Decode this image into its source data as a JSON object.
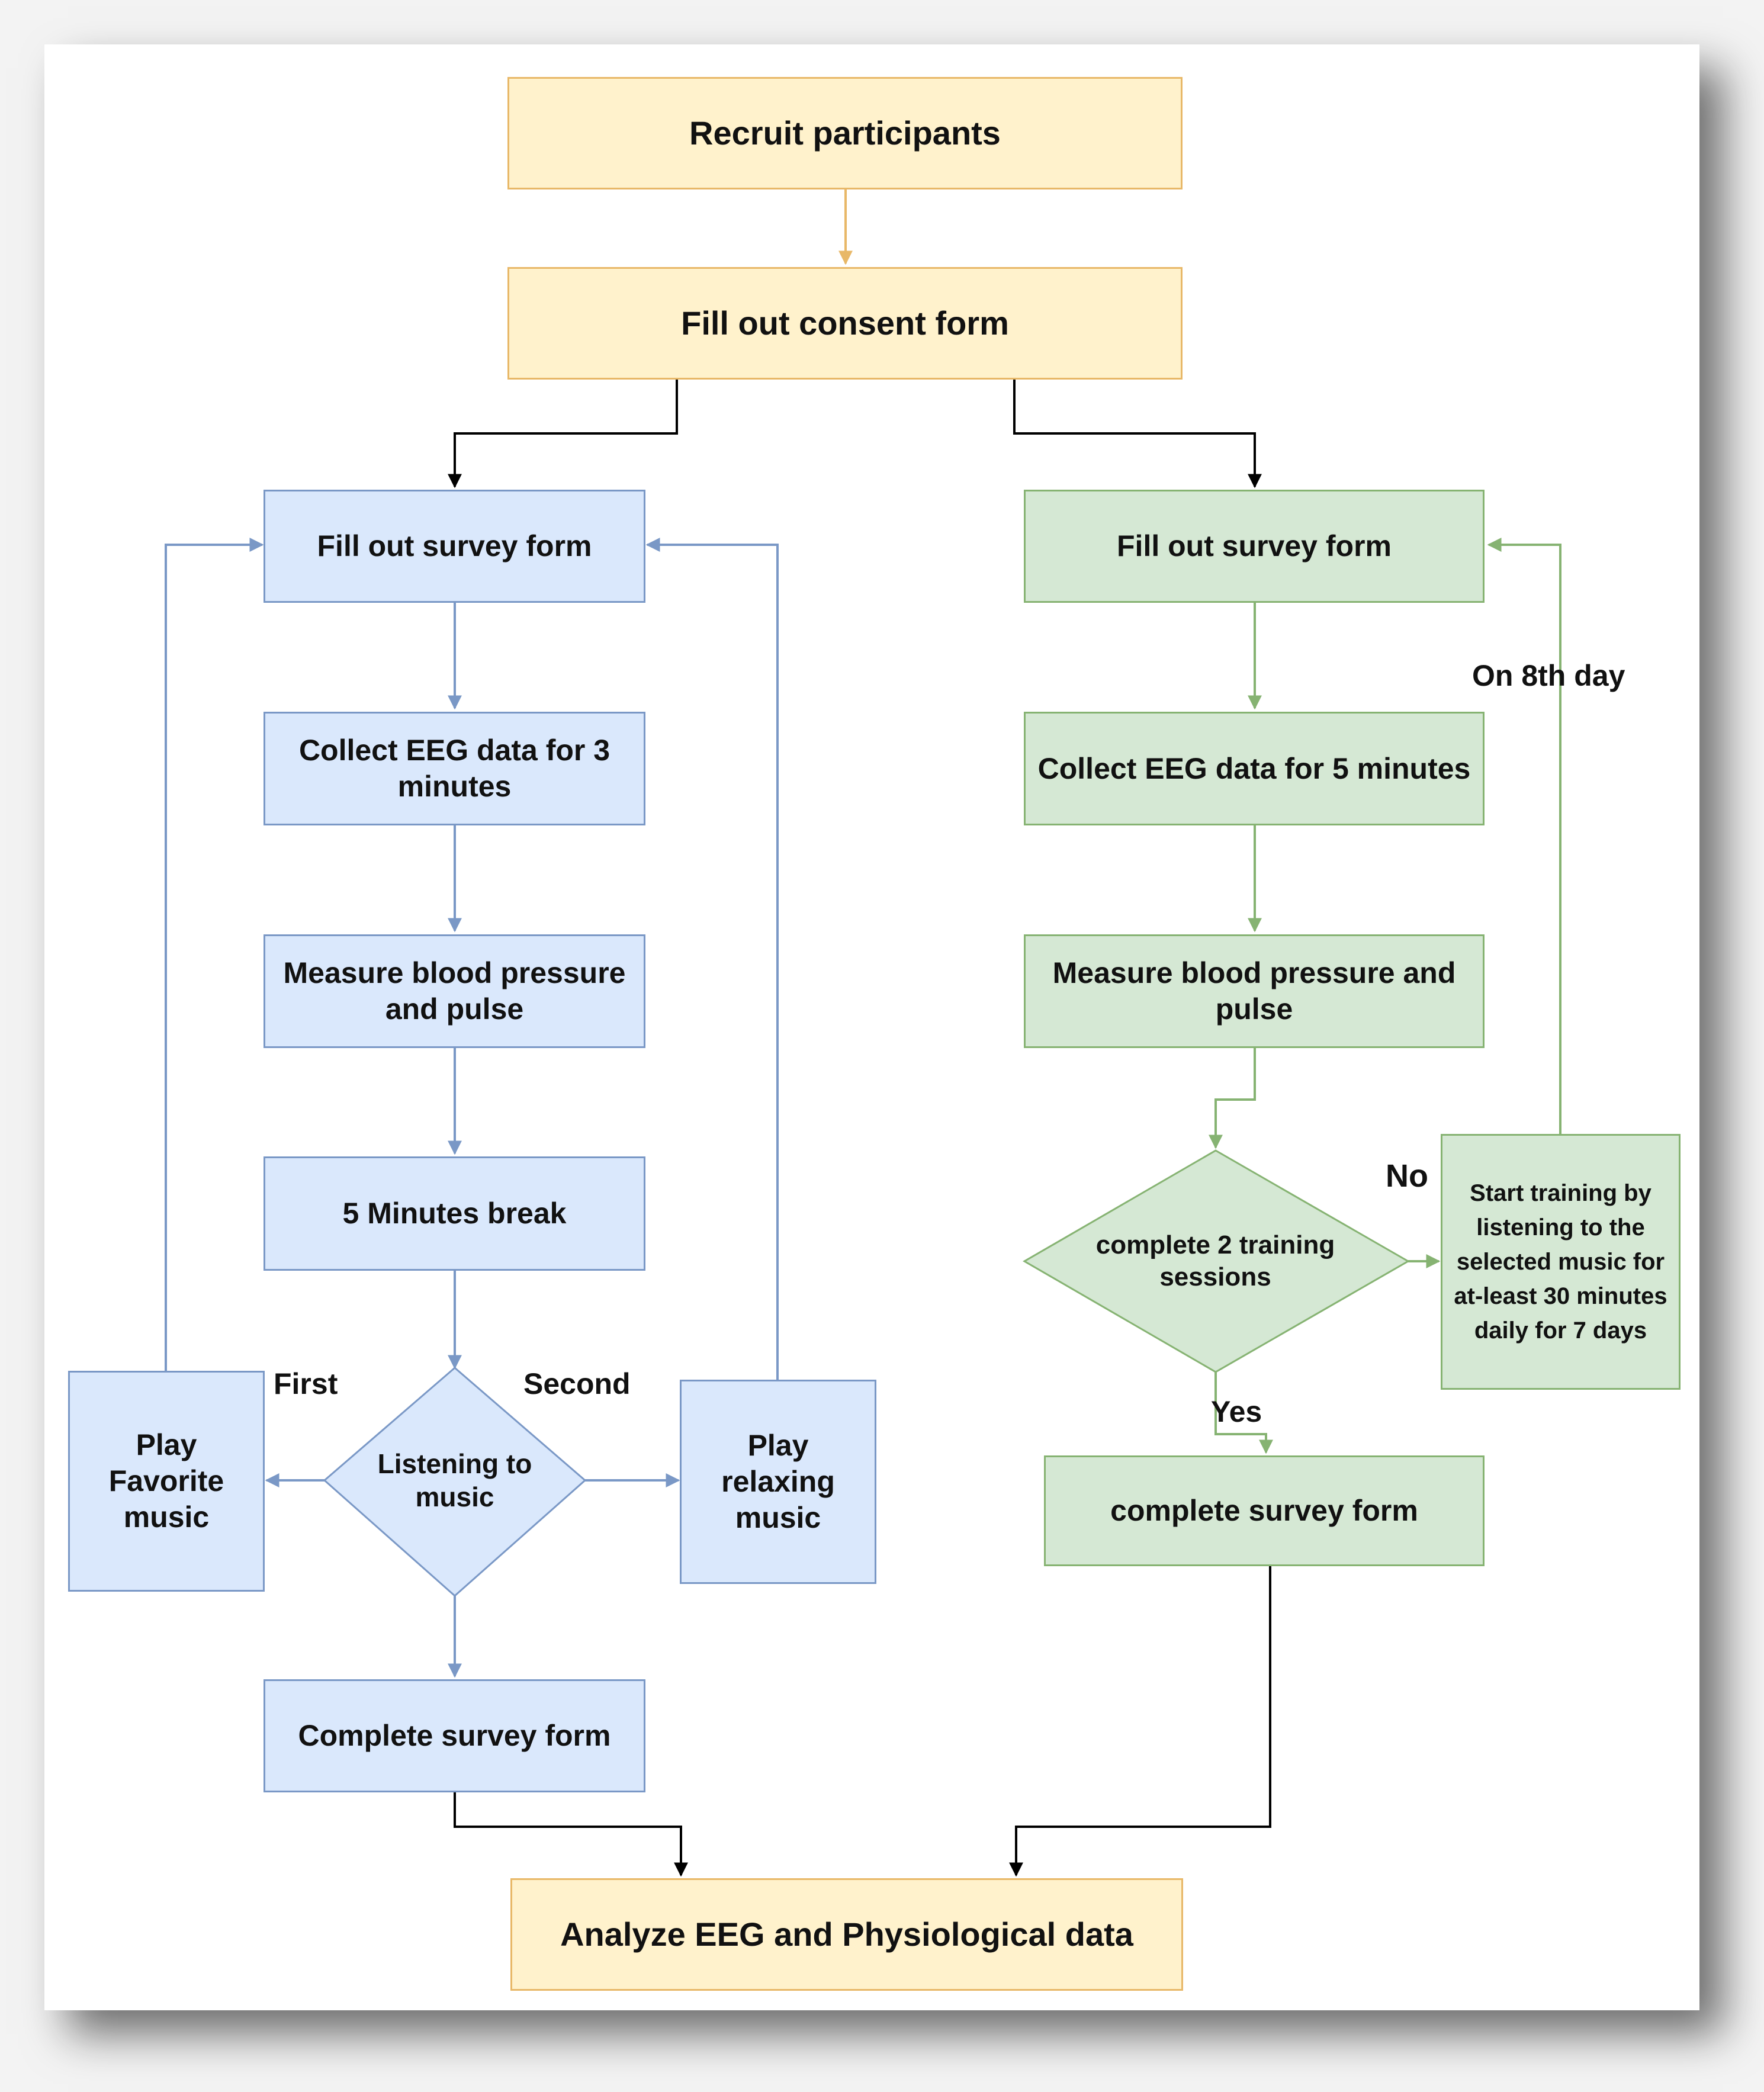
{
  "steps": {
    "recruit": "Recruit participants",
    "consent": "Fill out consent form",
    "analyze": "Analyze EEG and Physiological data"
  },
  "left_branch": {
    "survey": "Fill out survey form",
    "collect_eeg": "Collect EEG data for 3 minutes",
    "measure": "Measure blood pressure and pulse",
    "break": "5 Minutes break",
    "decision": "Listening to music",
    "play_favorite": "Play Favorite music",
    "play_relaxing": "Play relaxing music",
    "complete_survey": "Complete survey form",
    "label_first": "First",
    "label_second": "Second"
  },
  "right_branch": {
    "survey": "Fill out survey form",
    "collect_eeg": "Collect EEG data for 5 minutes",
    "measure": "Measure blood pressure and pulse",
    "decision": "complete 2 training sessions",
    "training": "Start training by listening to the selected music for at-least 30 minutes daily for 7 days",
    "complete_survey": "complete survey form",
    "label_no": "No",
    "label_yes": "Yes",
    "label_loop": "On 8th day"
  },
  "colors": {
    "yellow_fill": "#fff2cc",
    "yellow_stroke": "#e8b868",
    "blue_fill": "#dae8fc",
    "blue_stroke": "#7a98c6",
    "green_fill": "#d5e8d4",
    "green_stroke": "#86b372",
    "connector_black": "#000000"
  }
}
